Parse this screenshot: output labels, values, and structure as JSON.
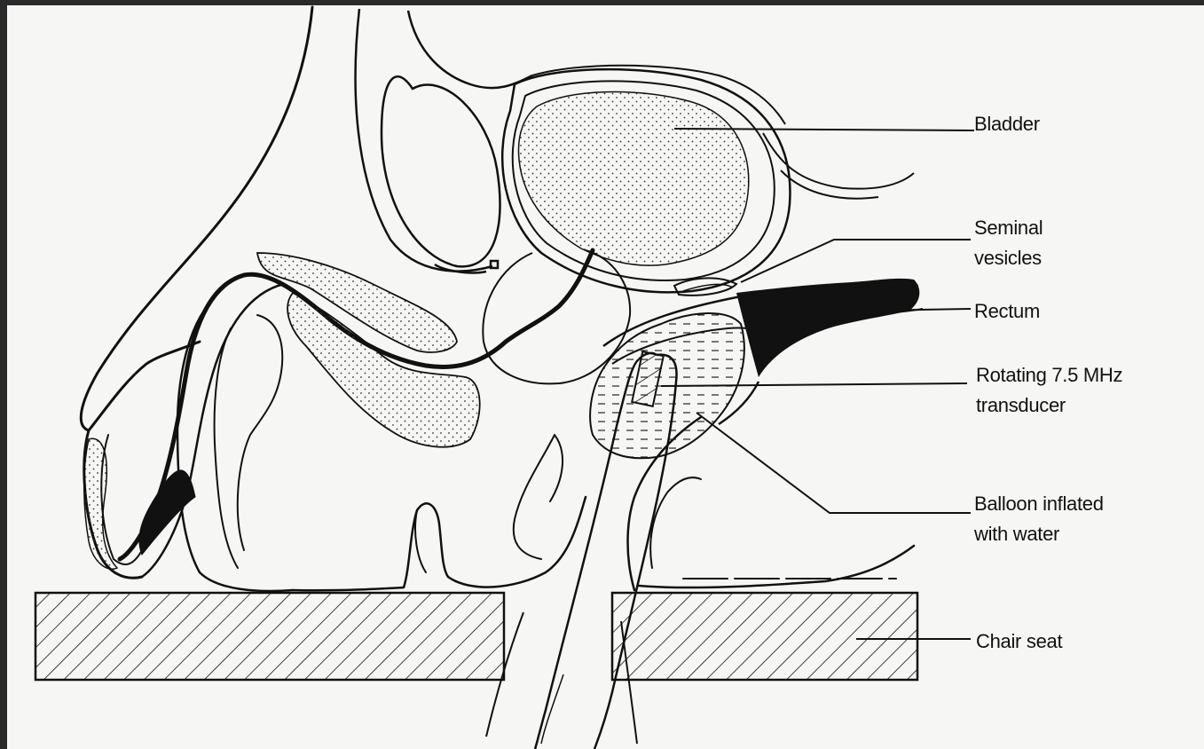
{
  "labels": {
    "bladder": "Bladder",
    "seminal_vesicles": [
      "Seminal",
      "vesicles"
    ],
    "rectum": "Rectum",
    "transducer": [
      "Rotating 7.5 MHz",
      "transducer"
    ],
    "balloon": [
      "Balloon inflated",
      "with water"
    ],
    "chair_seat": "Chair seat"
  },
  "colors": {
    "background": "#f6f6f4",
    "border": "#2a2a2a",
    "ink": "#111111"
  }
}
